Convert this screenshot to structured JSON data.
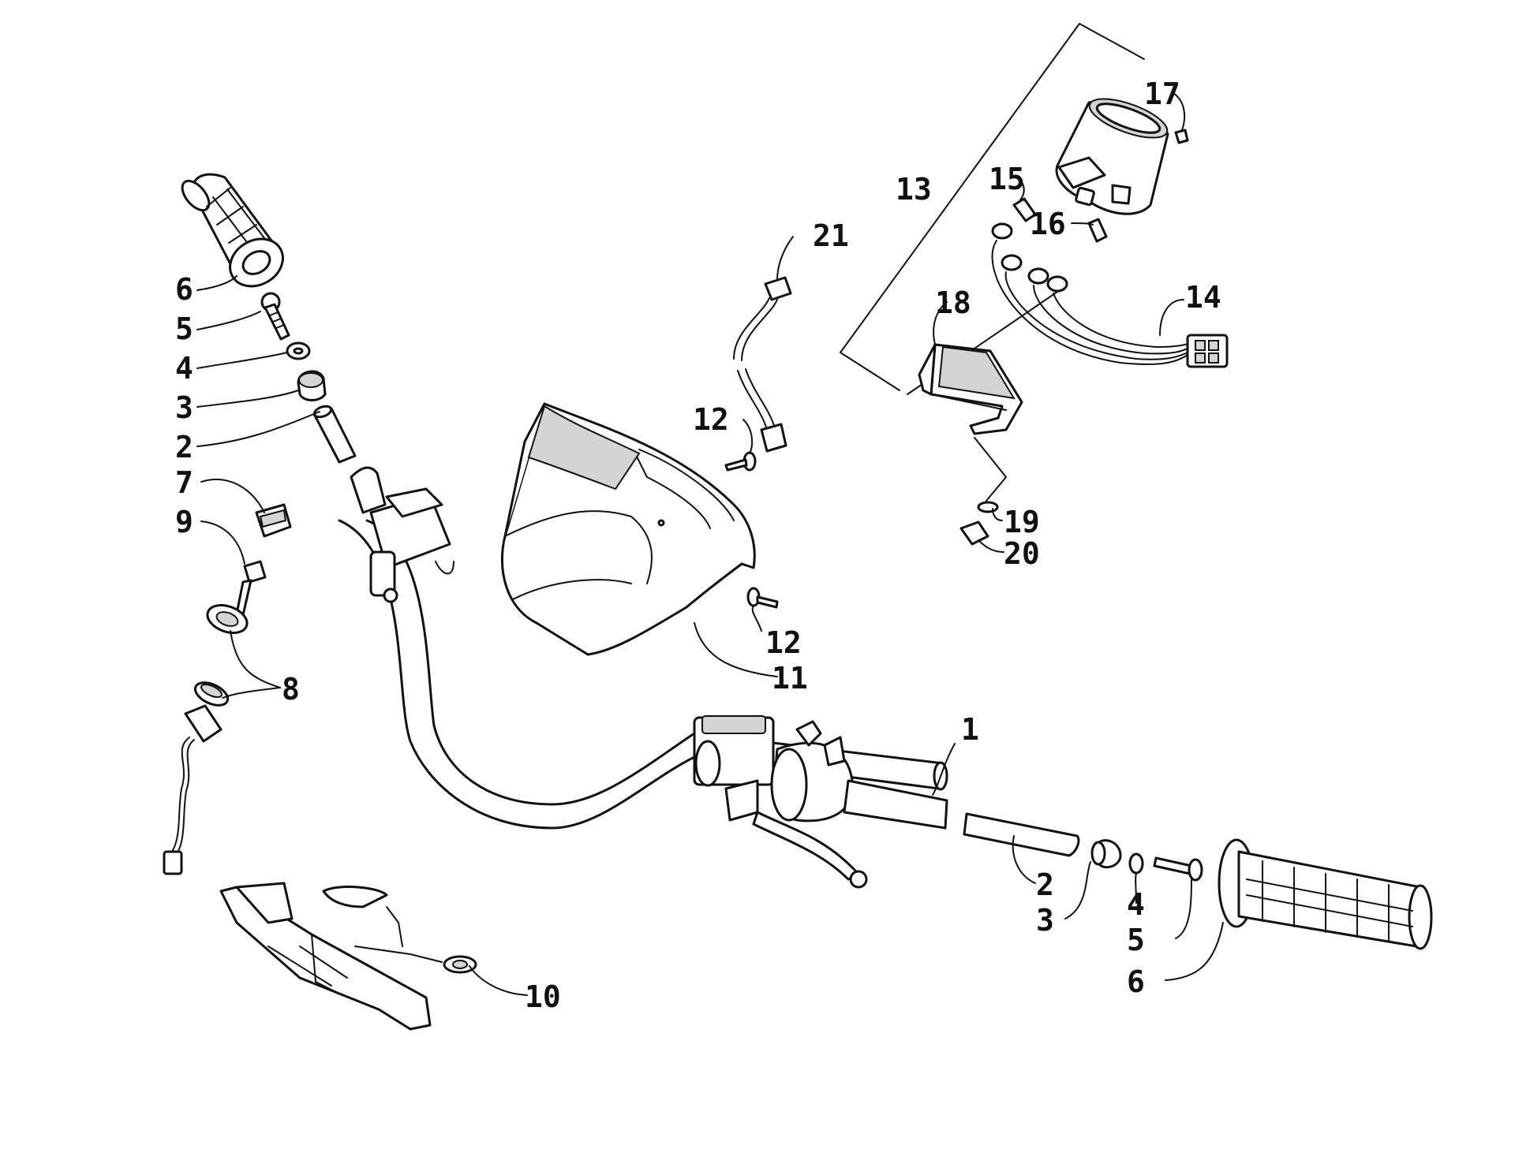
{
  "callouts": {
    "c1": "1",
    "c2a": "2",
    "c2b": "2",
    "c3a": "3",
    "c3b": "3",
    "c4a": "4",
    "c4b": "4",
    "c5a": "5",
    "c5b": "5",
    "c6a": "6",
    "c6b": "6",
    "c7": "7",
    "c8": "8",
    "c9": "9",
    "c10": "10",
    "c11": "11",
    "c12a": "12",
    "c12b": "12",
    "c13": "13",
    "c14": "14",
    "c15": "15",
    "c16": "16",
    "c17": "17",
    "c18": "18",
    "c19": "19",
    "c20": "20",
    "c21": "21"
  }
}
